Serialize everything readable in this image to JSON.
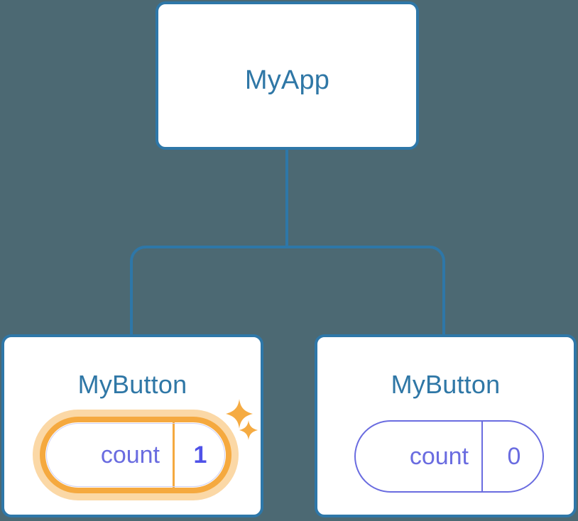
{
  "diagram": {
    "type": "component-tree",
    "background_color": "#4c6973",
    "node_border_color": "#2e77a8",
    "node_title_color": "#2f77a6",
    "state_color": "#6a6ce0",
    "highlight_color": "#f5a93f",
    "highlight_glow_color": "#fbd8a6",
    "connector_color": "#2e77a8"
  },
  "root": {
    "title": "MyApp"
  },
  "children": [
    {
      "title": "MyButton",
      "state": {
        "key": "count",
        "value": "1"
      },
      "highlighted": true,
      "sparkles": [
        {
          "name": "sparkle-large"
        },
        {
          "name": "sparkle-small"
        }
      ]
    },
    {
      "title": "MyButton",
      "state": {
        "key": "count",
        "value": "0"
      },
      "highlighted": false
    }
  ]
}
